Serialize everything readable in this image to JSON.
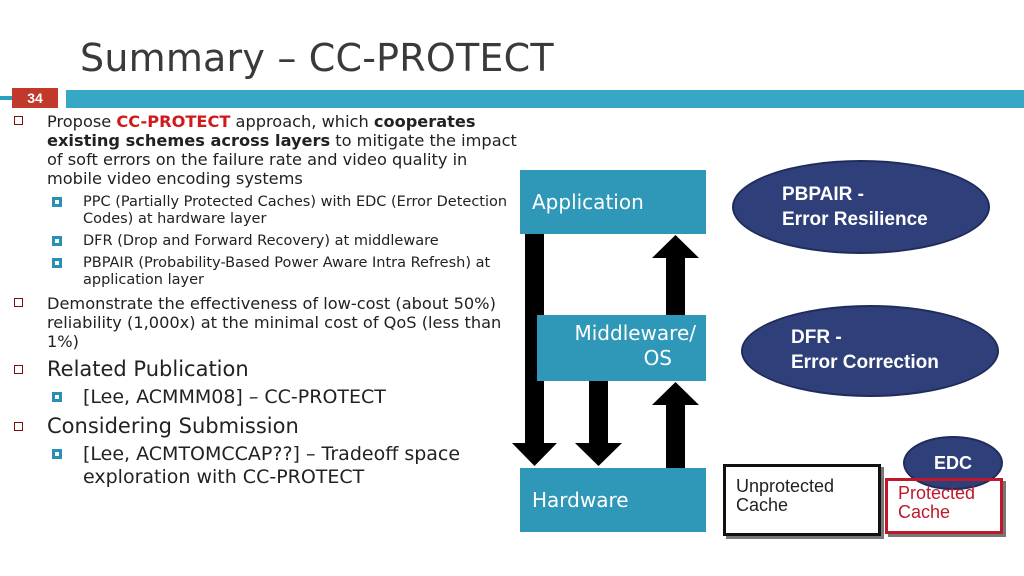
{
  "slide": {
    "title": "Summary – CC-PROTECT",
    "number": "34"
  },
  "bullets": {
    "propose_prefix": "Propose ",
    "propose_highlight": "CC-PROTECT",
    "propose_mid": " approach, which ",
    "propose_bold": "cooperates existing schemes across layers",
    "propose_rest": " to mitigate the impact of soft errors on the failure rate and video quality in mobile video encoding systems",
    "sub_ppc": "PPC (Partially Protected Caches) with EDC (Error Detection Codes) at hardware layer",
    "sub_dfr": "DFR (Drop and Forward Recovery) at middleware",
    "sub_pbpair": "PBPAIR (Probability-Based Power Aware Intra Refresh) at application layer",
    "demonstrate": "Demonstrate the effectiveness of low-cost (about 50%) reliability (1,000x) at the minimal cost of QoS (less than 1%)",
    "related": "Related Publication",
    "related_item": "[Lee, ACMMM08] – CC-PROTECT",
    "considering": "Considering Submission",
    "considering_item": "[Lee, ACMTOMCCAP??] – Tradeoff space exploration with CC-PROTECT"
  },
  "diagram": {
    "application": "Application",
    "middleware_line1": "Middleware/",
    "middleware_line2": "OS",
    "hardware": "Hardware",
    "oval_pbpair_line1": "PBPAIR -",
    "oval_pbpair_line2": "Error Resilience",
    "oval_dfr_line1": "DFR -",
    "oval_dfr_line2": "Error Correction",
    "oval_edc": "EDC",
    "unprotected_line1": "Unprotected",
    "unprotected_line2": "Cache",
    "protected_line1": "Protected",
    "protected_line2": "Cache"
  },
  "colors": {
    "accent_red": "#d01a1a",
    "box_blue": "#2f98b8",
    "oval_navy": "#2e3f7a"
  }
}
